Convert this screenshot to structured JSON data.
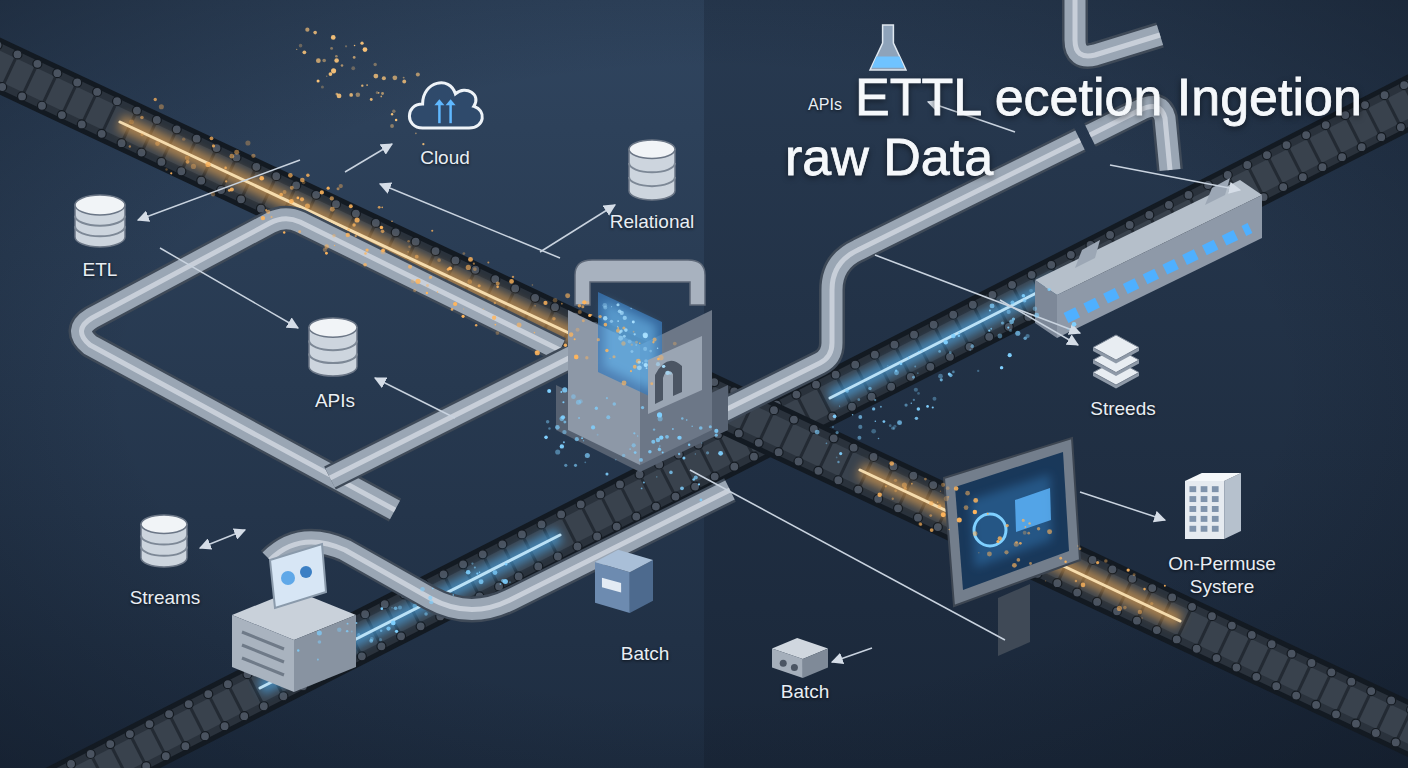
{
  "diagram": {
    "title": "ETTL ecetion Ingetion raw Data",
    "nodes": [
      {
        "text": [
          "Cloud"
        ]
      },
      {
        "text": [
          "Relational"
        ]
      },
      {
        "text": [
          "ETL"
        ]
      },
      {
        "text": [
          "APIs"
        ]
      },
      {
        "text": [
          "Streams"
        ]
      },
      {
        "text": [
          "Batch"
        ]
      },
      {
        "text": [
          "APIs"
        ]
      },
      {
        "text": [
          "Streeds"
        ]
      },
      {
        "text": [
          "On-Permuse Systere"
        ]
      },
      {
        "text": [
          "Batch"
        ]
      }
    ]
  }
}
